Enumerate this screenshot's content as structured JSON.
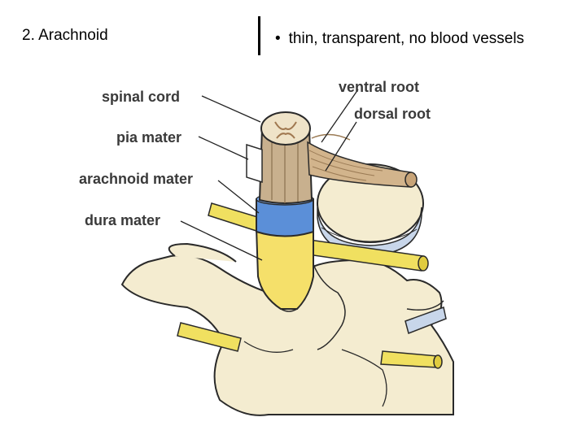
{
  "slide": {
    "heading": "2.  Arachnoid",
    "bullet_symbol": "•",
    "bullet_text": "thin, transparent, no blood vessels"
  },
  "figure": {
    "labels": {
      "spinal_cord": "spinal cord",
      "pia_mater": "pia mater",
      "arachnoid_mater": "arachnoid mater",
      "dura_mater": "dura mater",
      "ventral_root": "ventral root",
      "dorsal_root": "dorsal root"
    },
    "colors": {
      "bone": "#f4ecd0",
      "bone_outline": "#2a2a2a",
      "disc": "#c8d6ea",
      "spinal_cord": "#c8b08e",
      "arachnoid": "#5b8fd8",
      "dura": "#f5e06a",
      "nerve": "#f0e060",
      "root": "#d2b48c"
    }
  }
}
